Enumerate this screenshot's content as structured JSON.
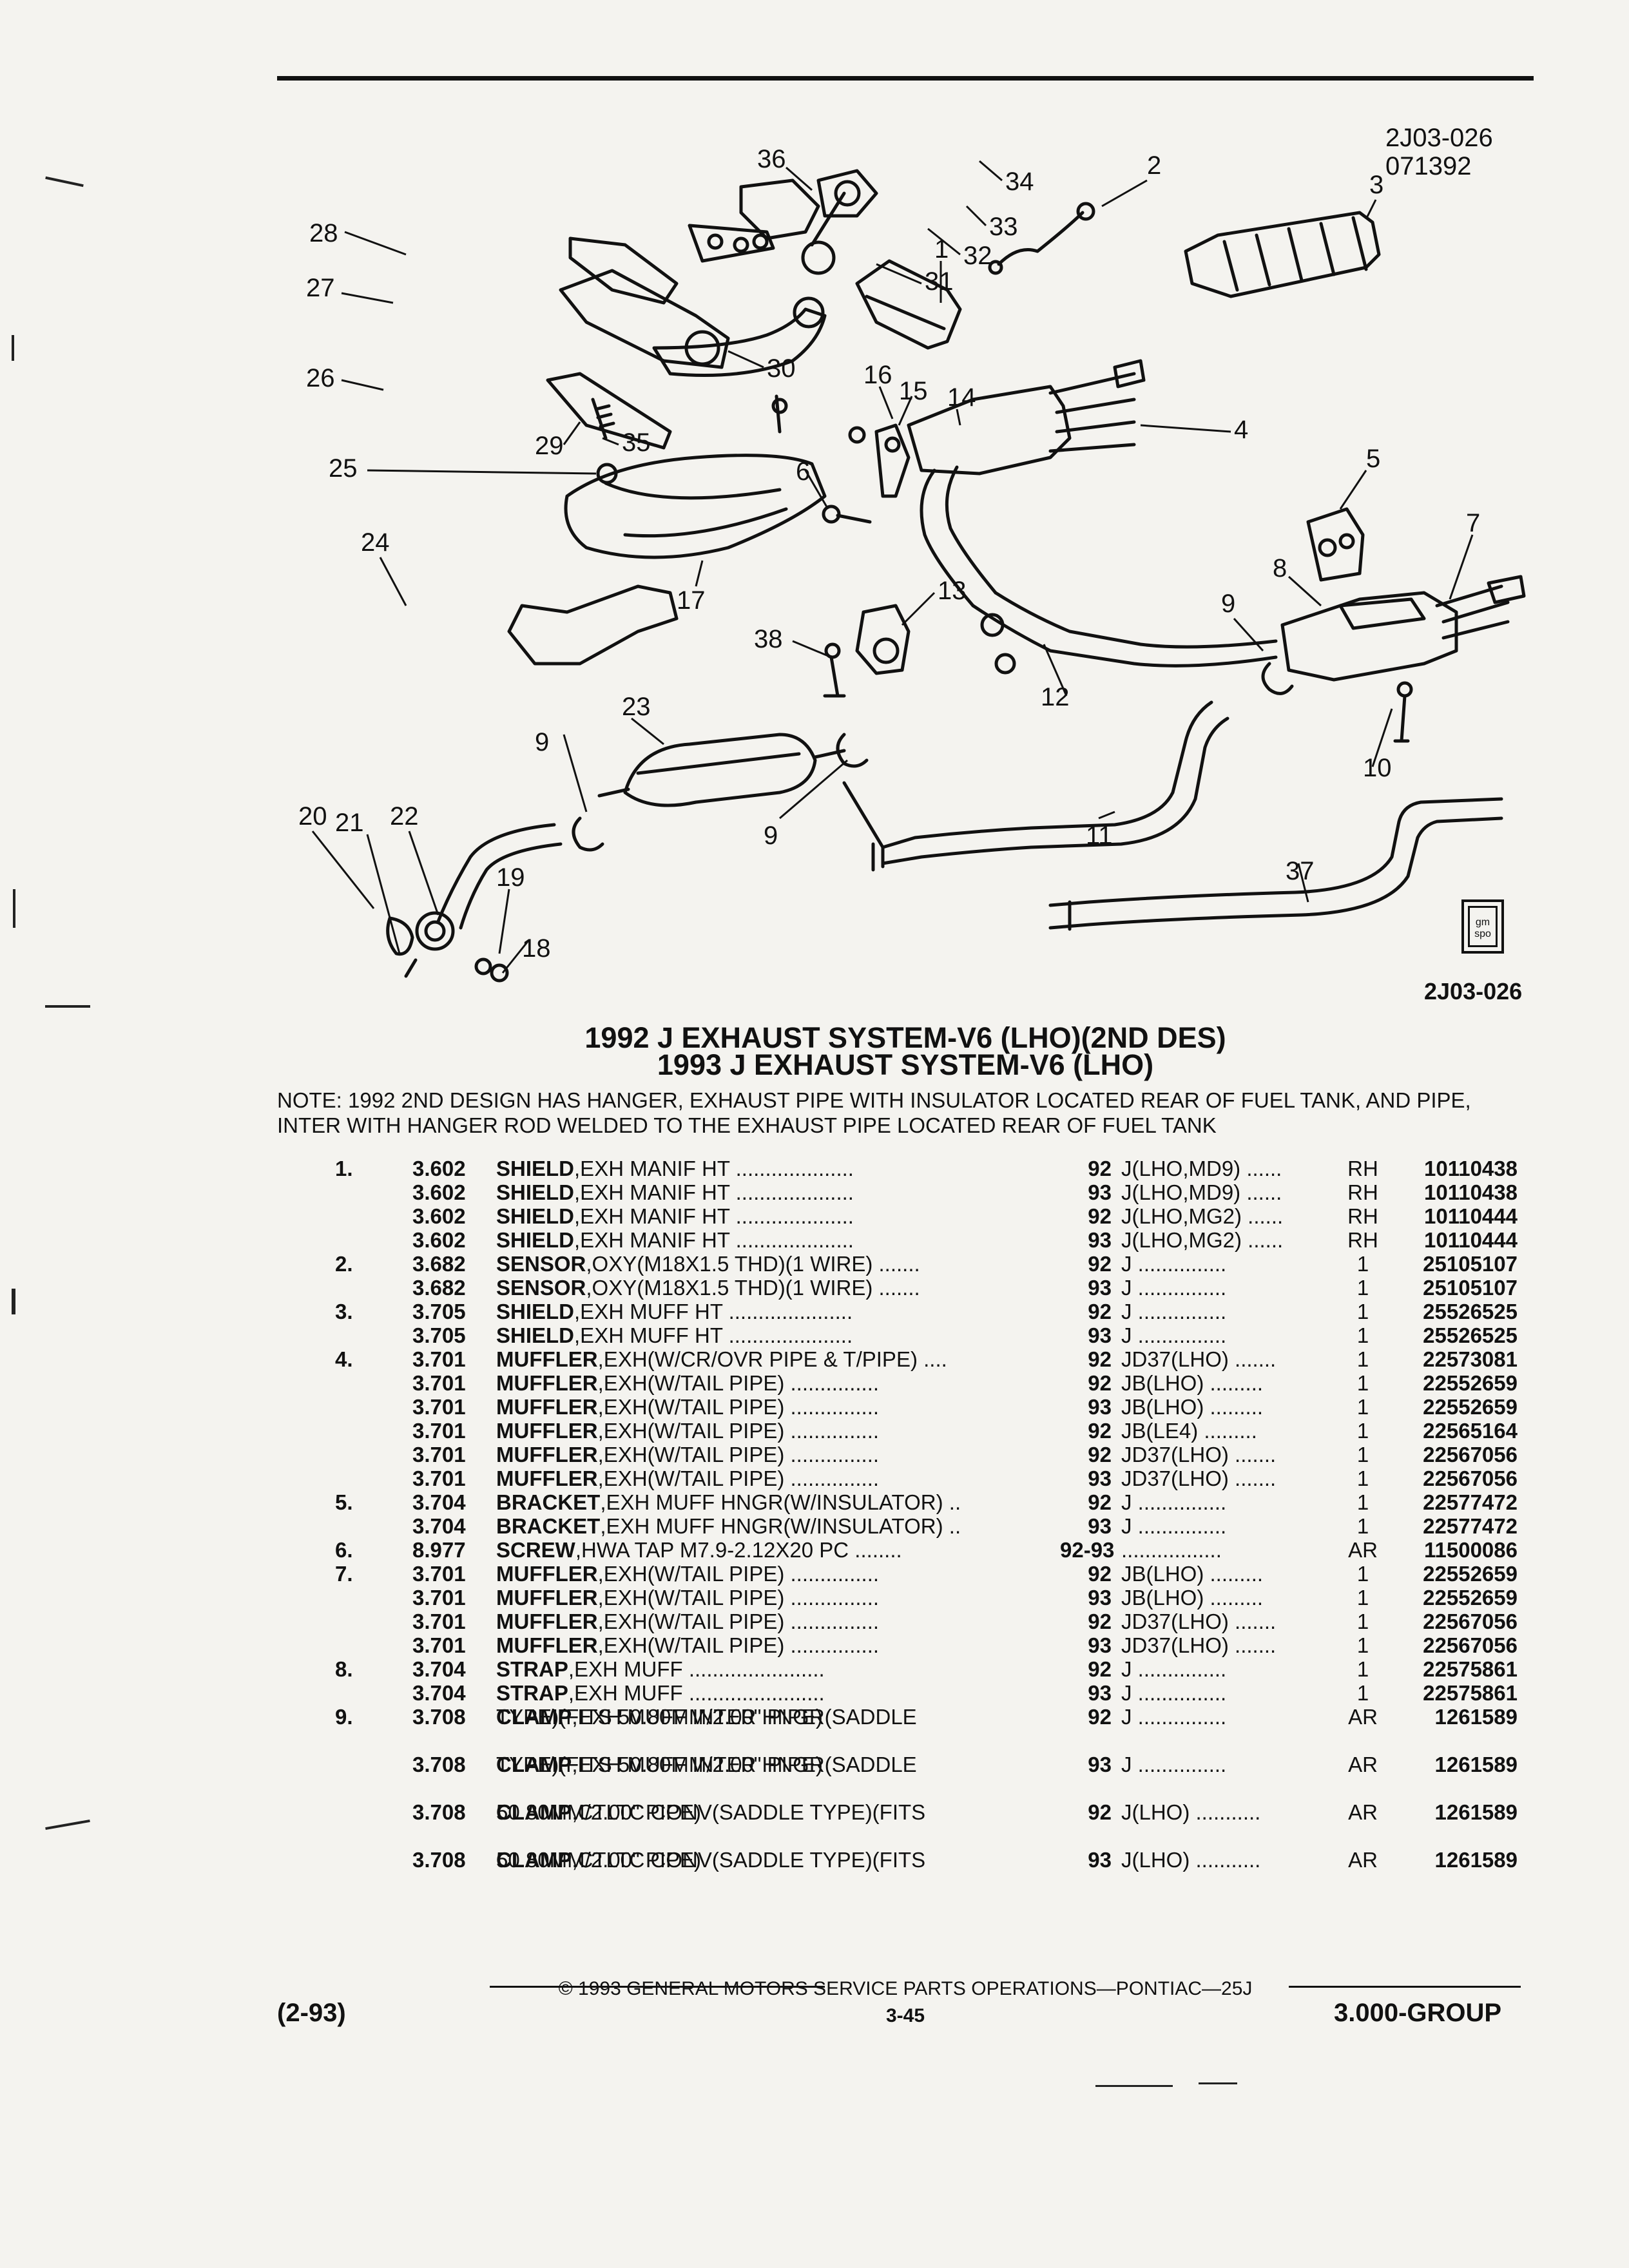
{
  "figure": {
    "code_top": "2J03-026",
    "date_code": "071392",
    "code_bottom": "2J03-026",
    "callouts": [
      "1",
      "2",
      "3",
      "4",
      "5",
      "6",
      "7",
      "8",
      "9",
      "9",
      "9",
      "10",
      "11",
      "12",
      "13",
      "14",
      "15",
      "16",
      "17",
      "18",
      "19",
      "20",
      "21",
      "22",
      "23",
      "24",
      "25",
      "26",
      "27",
      "28",
      "29",
      "30",
      "31",
      "32",
      "33",
      "34",
      "35",
      "36",
      "37",
      "38"
    ],
    "logo_text": "gm spo"
  },
  "title_lines": [
    "1992 J EXHAUST SYSTEM-V6 (LHO)(2ND DES)",
    "1993 J EXHAUST SYSTEM-V6 (LHO)"
  ],
  "note": "NOTE:  1992 2ND DESIGN HAS HANGER, EXHAUST PIPE WITH INSULATOR LOCATED REAR OF FUEL TANK, AND PIPE, INTER WITH HANGER ROD WELDED TO THE EXHAUST PIPE LOCATED REAR OF FUEL TANK",
  "parts": [
    {
      "item": "1.",
      "code": "3.602",
      "name": "SHIELD",
      "desc": ",EXH MANIF HT",
      "leader": " ....................",
      "year": "92",
      "model": "J(LHO,MD9) ......",
      "qty": "RH",
      "part": "10110438"
    },
    {
      "item": "",
      "code": "3.602",
      "name": "SHIELD",
      "desc": ",EXH MANIF HT",
      "leader": " ....................",
      "year": "93",
      "model": "J(LHO,MD9) ......",
      "qty": "RH",
      "part": "10110438"
    },
    {
      "item": "",
      "code": "3.602",
      "name": "SHIELD",
      "desc": ",EXH MANIF HT",
      "leader": " ....................",
      "year": "92",
      "model": "J(LHO,MG2) ......",
      "qty": "RH",
      "part": "10110444"
    },
    {
      "item": "",
      "code": "3.602",
      "name": "SHIELD",
      "desc": ",EXH MANIF HT",
      "leader": " ....................",
      "year": "93",
      "model": "J(LHO,MG2) ......",
      "qty": "RH",
      "part": "10110444"
    },
    {
      "item": "2.",
      "code": "3.682",
      "name": "SENSOR",
      "desc": ",OXY(M18X1.5 THD)(1 WIRE)",
      "leader": " .......",
      "year": "92",
      "model": "J ...............",
      "qty": "1",
      "part": "25105107"
    },
    {
      "item": "",
      "code": "3.682",
      "name": "SENSOR",
      "desc": ",OXY(M18X1.5 THD)(1 WIRE)",
      "leader": " .......",
      "year": "93",
      "model": "J ...............",
      "qty": "1",
      "part": "25105107"
    },
    {
      "item": "3.",
      "code": "3.705",
      "name": "SHIELD",
      "desc": ",EXH MUFF HT",
      "leader": " .....................",
      "year": "92",
      "model": "J ...............",
      "qty": "1",
      "part": "25526525"
    },
    {
      "item": "",
      "code": "3.705",
      "name": "SHIELD",
      "desc": ",EXH MUFF HT",
      "leader": " .....................",
      "year": "93",
      "model": "J ...............",
      "qty": "1",
      "part": "25526525"
    },
    {
      "item": "4.",
      "code": "3.701",
      "name": "MUFFLER",
      "desc": ",EXH(W/CR/OVR PIPE & T/PIPE)",
      "leader": " ....",
      "year": "92",
      "model": "JD37(LHO) .......",
      "qty": "1",
      "part": "22573081"
    },
    {
      "item": "",
      "code": "3.701",
      "name": "MUFFLER",
      "desc": ",EXH(W/TAIL PIPE)",
      "leader": " ...............",
      "year": "92",
      "model": "JB(LHO) .........",
      "qty": "1",
      "part": "22552659"
    },
    {
      "item": "",
      "code": "3.701",
      "name": "MUFFLER",
      "desc": ",EXH(W/TAIL PIPE)",
      "leader": " ...............",
      "year": "93",
      "model": "JB(LHO) .........",
      "qty": "1",
      "part": "22552659"
    },
    {
      "item": "",
      "code": "3.701",
      "name": "MUFFLER",
      "desc": ",EXH(W/TAIL PIPE)",
      "leader": " ...............",
      "year": "92",
      "model": "JB(LE4) .........",
      "qty": "1",
      "part": "22565164"
    },
    {
      "item": "",
      "code": "3.701",
      "name": "MUFFLER",
      "desc": ",EXH(W/TAIL PIPE)",
      "leader": " ...............",
      "year": "92",
      "model": "JD37(LHO) .......",
      "qty": "1",
      "part": "22567056"
    },
    {
      "item": "",
      "code": "3.701",
      "name": "MUFFLER",
      "desc": ",EXH(W/TAIL PIPE)",
      "leader": " ...............",
      "year": "93",
      "model": "JD37(LHO) .......",
      "qty": "1",
      "part": "22567056"
    },
    {
      "item": "5.",
      "code": "3.704",
      "name": "BRACKET",
      "desc": ",EXH MUFF HNGR(W/INSULATOR)",
      "leader": " ..",
      "year": "92",
      "model": "J ...............",
      "qty": "1",
      "part": "22577472"
    },
    {
      "item": "",
      "code": "3.704",
      "name": "BRACKET",
      "desc": ",EXH MUFF HNGR(W/INSULATOR)",
      "leader": " ..",
      "year": "93",
      "model": "J ...............",
      "qty": "1",
      "part": "22577472"
    },
    {
      "item": "6.",
      "code": "8.977",
      "name": "SCREW",
      "desc": ",HWA TAP M7.9-2.12X20 PC",
      "leader": " ........",
      "year": "92-93",
      "model": "  .................",
      "qty": "AR",
      "part": "11500086"
    },
    {
      "item": "7.",
      "code": "3.701",
      "name": "MUFFLER",
      "desc": ",EXH(W/TAIL PIPE)",
      "leader": " ...............",
      "year": "92",
      "model": "JB(LHO) .........",
      "qty": "1",
      "part": "22552659"
    },
    {
      "item": "",
      "code": "3.701",
      "name": "MUFFLER",
      "desc": ",EXH(W/TAIL PIPE)",
      "leader": " ...............",
      "year": "93",
      "model": "JB(LHO) .........",
      "qty": "1",
      "part": "22552659"
    },
    {
      "item": "",
      "code": "3.701",
      "name": "MUFFLER",
      "desc": ",EXH(W/TAIL PIPE)",
      "leader": " ...............",
      "year": "92",
      "model": "JD37(LHO) .......",
      "qty": "1",
      "part": "22567056"
    },
    {
      "item": "",
      "code": "3.701",
      "name": "MUFFLER",
      "desc": ",EXH(W/TAIL PIPE)",
      "leader": " ...............",
      "year": "93",
      "model": "JD37(LHO) .......",
      "qty": "1",
      "part": "22567056"
    },
    {
      "item": "8.",
      "code": "3.704",
      "name": "STRAP",
      "desc": ",EXH MUFF",
      "leader": " .......................",
      "year": "92",
      "model": "J ...............",
      "qty": "1",
      "part": "22575861"
    },
    {
      "item": "",
      "code": "3.704",
      "name": "STRAP",
      "desc": ",EXH MUFF",
      "leader": " .......................",
      "year": "93",
      "model": "J ...............",
      "qty": "1",
      "part": "22575861"
    },
    {
      "item": "9.",
      "code": "3.708",
      "name": "CLAMP",
      "desc": ",EXH MUFF INTER HNGR(SADDLE",
      "desc2": "TYPE)(FITS 50.80MM/2.00\" PIPE)",
      "leader": "",
      "year": "92",
      "model": "J ...............",
      "qty": "AR",
      "part": "1261589"
    },
    {
      "item": "",
      "code": "3.708",
      "name": "CLAMP",
      "desc": ",EXH MUFF INTER HNGR(SADDLE",
      "desc2": "TYPE)(FITS 50.80MM/2.00\" PIPE)",
      "leader": "",
      "year": "93",
      "model": "J ...............",
      "qty": "AR",
      "part": "1261589"
    },
    {
      "item": "",
      "code": "3.708",
      "name": "CLAMP",
      "desc": ",CTLTC CONV(SADDLE TYPE)(FITS",
      "desc2": "50.80MM/2.00\" PIPE)",
      "leader": "",
      "year": "92",
      "model": "J(LHO) ...........",
      "qty": "AR",
      "part": "1261589"
    },
    {
      "item": "",
      "code": "3.708",
      "name": "CLAMP",
      "desc": ",CTLTC CONV(SADDLE TYPE)(FITS",
      "desc2": "50.80MM/2.00\" PIPE)",
      "leader": "",
      "year": "93",
      "model": "J(LHO) ...........",
      "qty": "AR",
      "part": "1261589"
    }
  ],
  "footer": {
    "copyright": "© 1993 GENERAL MOTORS SERVICE PARTS OPERATIONS—PONTIAC—25J",
    "date": "(2-93)",
    "page": "3-45",
    "group": "3.000-GROUP"
  }
}
